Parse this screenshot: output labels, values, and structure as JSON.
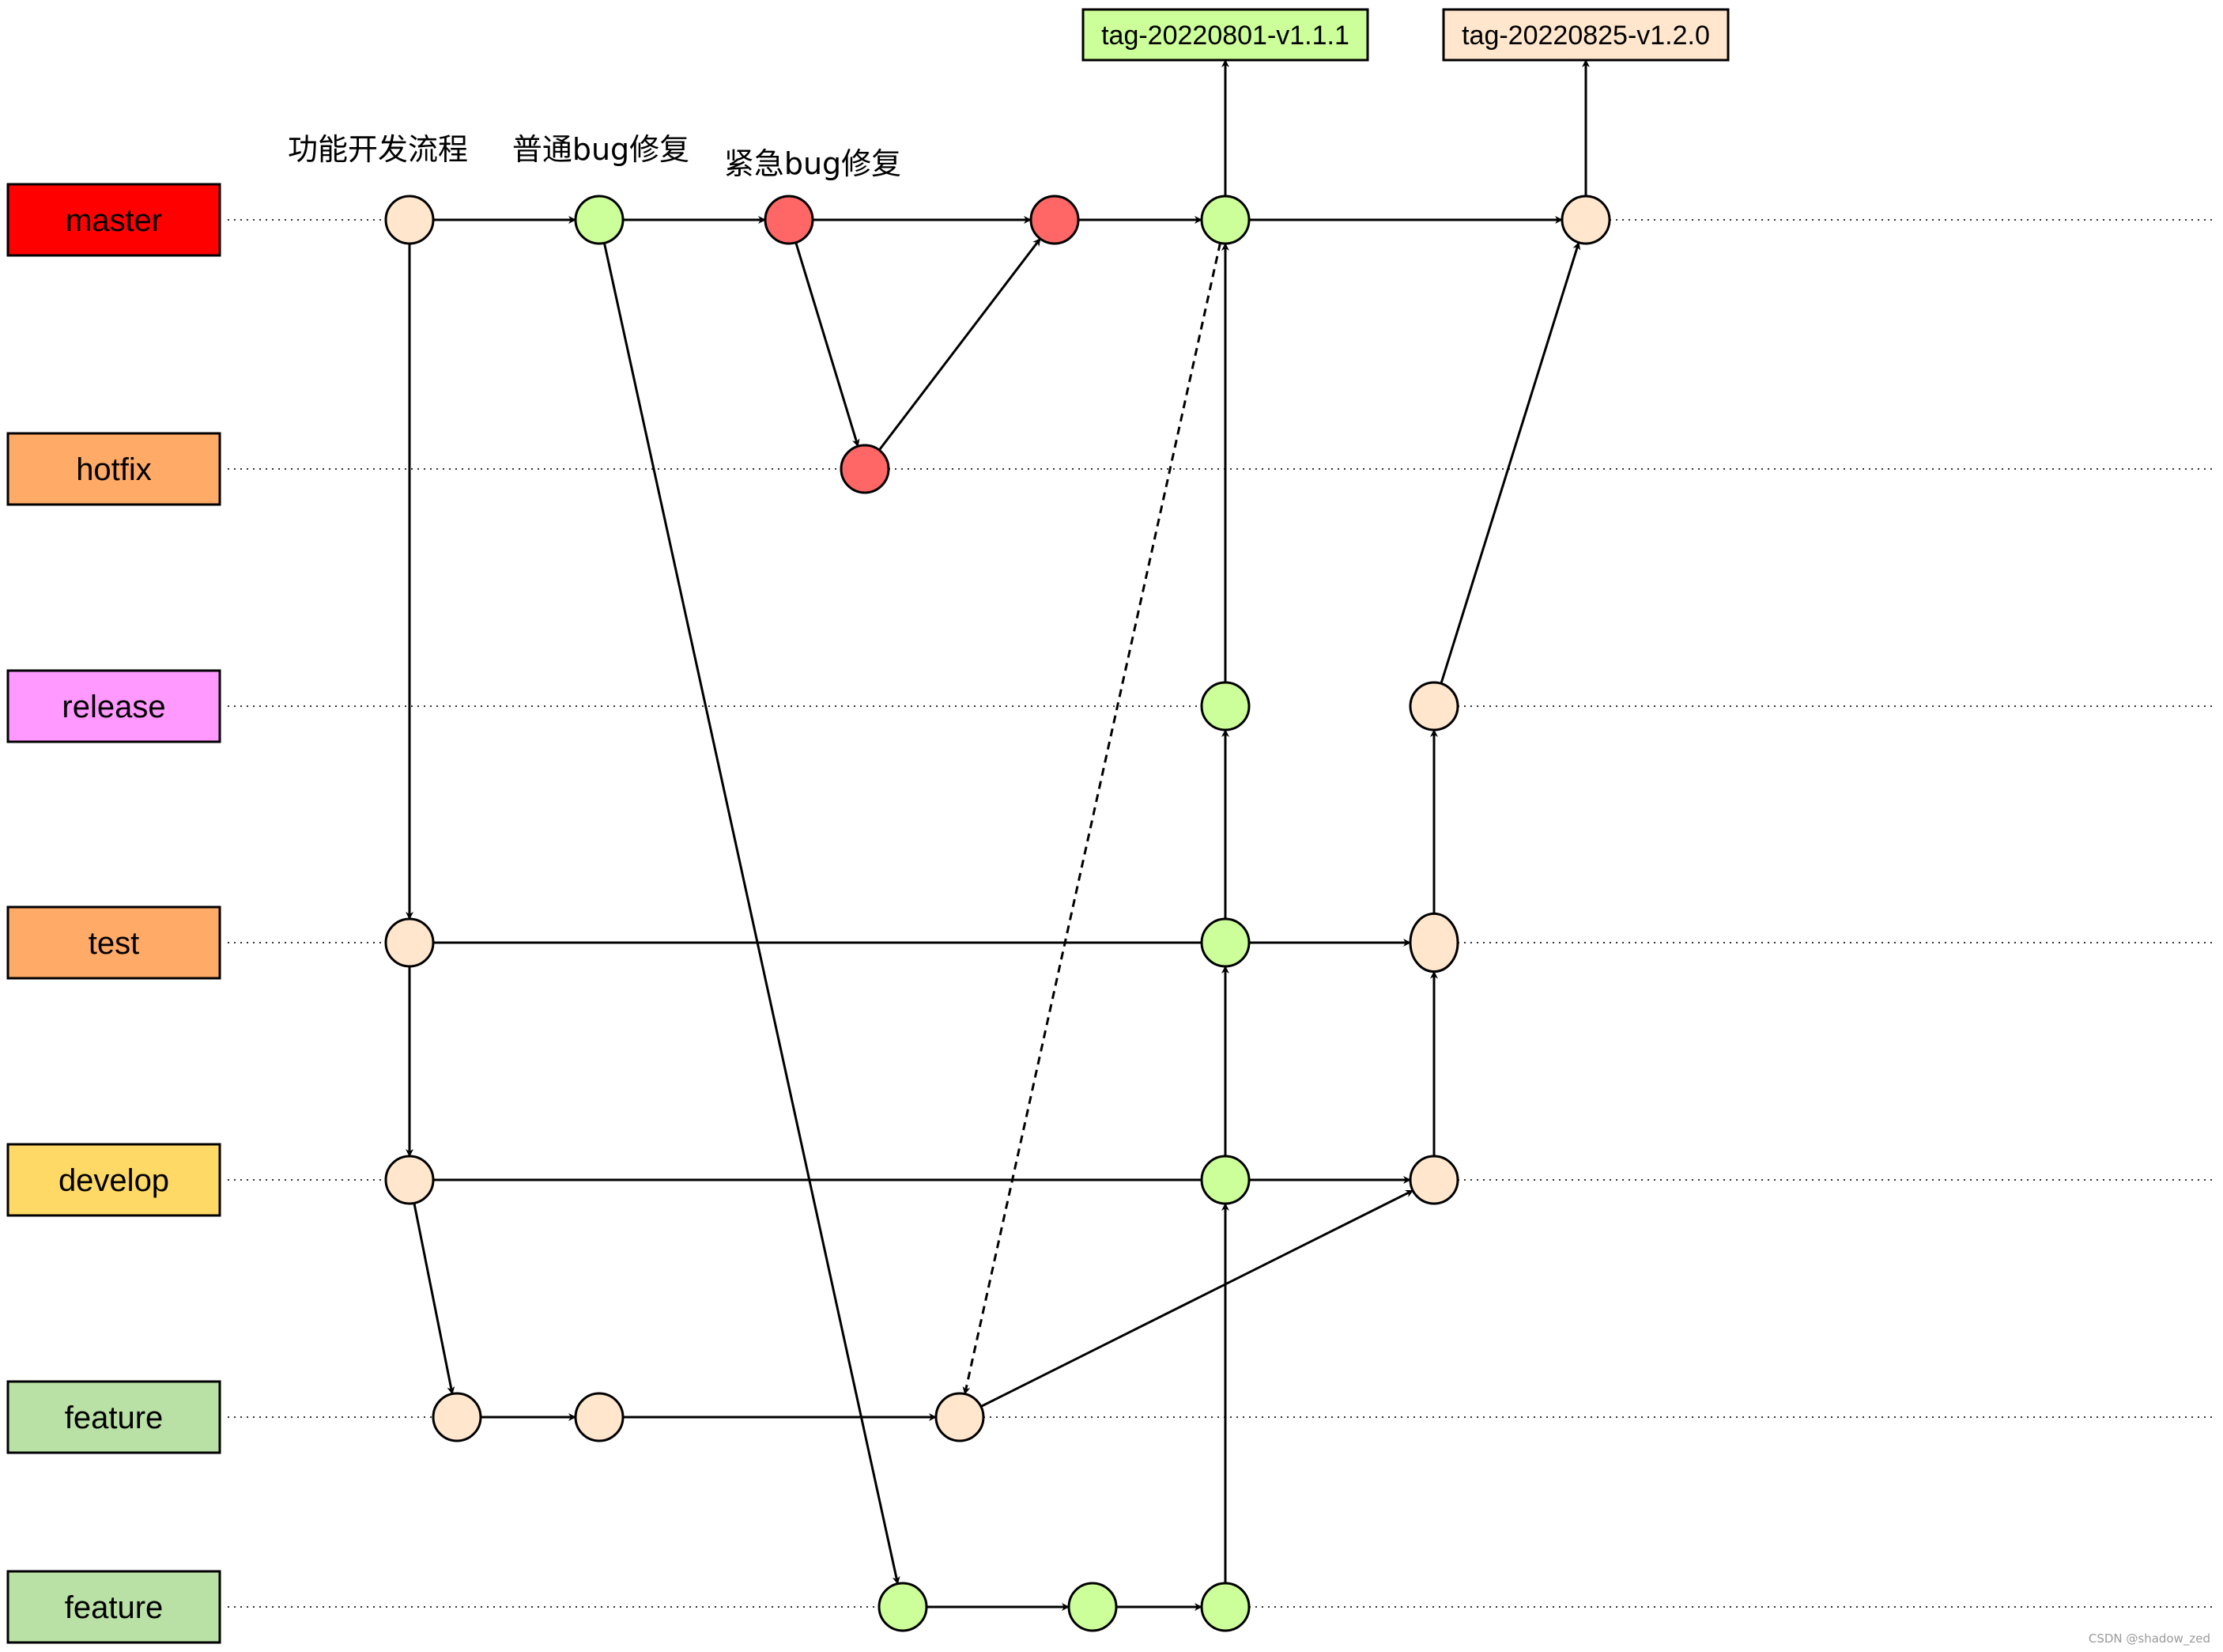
{
  "lanes": [
    {
      "id": "master",
      "label": "master",
      "color": "#ff0000"
    },
    {
      "id": "hotfix",
      "label": "hotfix",
      "color": "#ffaa66"
    },
    {
      "id": "release",
      "label": "release",
      "color": "#ff99ff"
    },
    {
      "id": "test",
      "label": "test",
      "color": "#ffaa66"
    },
    {
      "id": "develop",
      "label": "develop",
      "color": "#ffd966"
    },
    {
      "id": "feature1",
      "label": "feature",
      "color": "#b9e0a5"
    },
    {
      "id": "feature2",
      "label": "feature",
      "color": "#b9e0a5"
    }
  ],
  "flow_labels": [
    {
      "id": "feature-flow",
      "text": "功能开发流程",
      "col": 0
    },
    {
      "id": "bugfix-flow",
      "text": "普通bug修复",
      "col": 1
    },
    {
      "id": "hotfix-flow",
      "text": "紧急bug修复",
      "col": 2
    }
  ],
  "tags": [
    {
      "id": "tag-v111",
      "text": "tag-20220801-v1.1.1",
      "fill": "#ccff99",
      "attach": "m5"
    },
    {
      "id": "tag-v120",
      "text": "tag-20220825-v1.2.0",
      "fill": "#ffe6cc",
      "attach": "m6"
    }
  ],
  "colors": {
    "peach": "#ffe6cc",
    "green": "#ccff99",
    "red": "#ff6666",
    "stroke": "#000000"
  },
  "commits": [
    {
      "id": "m1",
      "lane": "master",
      "col": 0,
      "fill": "peach"
    },
    {
      "id": "m2",
      "lane": "master",
      "col": 1,
      "fill": "green"
    },
    {
      "id": "m3",
      "lane": "master",
      "col": 2,
      "fill": "red"
    },
    {
      "id": "m4",
      "lane": "master",
      "col": 3.4,
      "fill": "red"
    },
    {
      "id": "m5",
      "lane": "master",
      "col": 4.3,
      "fill": "green"
    },
    {
      "id": "m6",
      "lane": "master",
      "col": 6.2,
      "fill": "peach"
    },
    {
      "id": "h1",
      "lane": "hotfix",
      "col": 2.4,
      "fill": "red"
    },
    {
      "id": "r1",
      "lane": "release",
      "col": 4.3,
      "fill": "green"
    },
    {
      "id": "r2",
      "lane": "release",
      "col": 5.4,
      "fill": "peach"
    },
    {
      "id": "t1",
      "lane": "test",
      "col": 0,
      "fill": "peach"
    },
    {
      "id": "t2",
      "lane": "test",
      "col": 4.3,
      "fill": "green"
    },
    {
      "id": "t3",
      "lane": "test",
      "col": 5.4,
      "fill": "peach",
      "ellipse": true
    },
    {
      "id": "d1",
      "lane": "develop",
      "col": 0,
      "fill": "peach"
    },
    {
      "id": "d2",
      "lane": "develop",
      "col": 4.3,
      "fill": "green"
    },
    {
      "id": "d3",
      "lane": "develop",
      "col": 5.4,
      "fill": "peach"
    },
    {
      "id": "f1",
      "lane": "feature1",
      "col": 0.25,
      "fill": "peach"
    },
    {
      "id": "f2",
      "lane": "feature1",
      "col": 1,
      "fill": "peach"
    },
    {
      "id": "f3",
      "lane": "feature1",
      "col": 2.9,
      "fill": "peach"
    },
    {
      "id": "g1",
      "lane": "feature2",
      "col": 2.6,
      "fill": "green"
    },
    {
      "id": "g2",
      "lane": "feature2",
      "col": 3.6,
      "fill": "green"
    },
    {
      "id": "g3",
      "lane": "feature2",
      "col": 4.3,
      "fill": "green"
    }
  ],
  "edges": [
    {
      "from": "m1",
      "to": "m2"
    },
    {
      "from": "m2",
      "to": "m3"
    },
    {
      "from": "m3",
      "to": "m4"
    },
    {
      "from": "m4",
      "to": "m5"
    },
    {
      "from": "m5",
      "to": "m6"
    },
    {
      "from": "m3",
      "to": "h1"
    },
    {
      "from": "h1",
      "to": "m4"
    },
    {
      "from": "m1",
      "to": "t1"
    },
    {
      "from": "t1",
      "to": "d1"
    },
    {
      "from": "d1",
      "to": "f1"
    },
    {
      "from": "f1",
      "to": "f2"
    },
    {
      "from": "f2",
      "to": "f3"
    },
    {
      "from": "f3",
      "to": "d3"
    },
    {
      "from": "m2",
      "to": "g1"
    },
    {
      "from": "g1",
      "to": "g2"
    },
    {
      "from": "g2",
      "to": "g3"
    },
    {
      "from": "g3",
      "to": "d2"
    },
    {
      "from": "d2",
      "to": "t2"
    },
    {
      "from": "t2",
      "to": "r1"
    },
    {
      "from": "r1",
      "to": "m5"
    },
    {
      "from": "d1",
      "to": "d2",
      "noArrow": true
    },
    {
      "from": "d2",
      "to": "d3"
    },
    {
      "from": "t1",
      "to": "t3"
    },
    {
      "from": "d3",
      "to": "t3"
    },
    {
      "from": "t3",
      "to": "r2"
    },
    {
      "from": "r2",
      "to": "m6"
    },
    {
      "from": "m5",
      "to": "f3",
      "dashed": true
    }
  ],
  "watermark": "CSDN @shadow_zed"
}
